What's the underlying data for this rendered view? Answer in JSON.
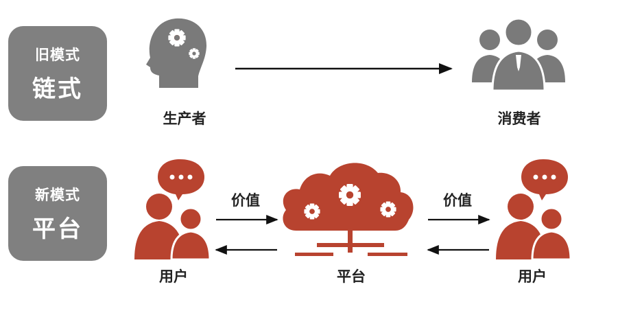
{
  "old_mode": {
    "title": "旧模式",
    "name": "链式"
  },
  "new_mode": {
    "title": "新模式",
    "name": "平台"
  },
  "chain": {
    "producer": "生产者",
    "consumer": "消费者"
  },
  "platform_flow": {
    "user_left": "用户",
    "platform": "平台",
    "user_right": "用户",
    "value_left": "价值",
    "value_right": "价值"
  },
  "colors": {
    "gray": "#808080",
    "accent": "#b8432f",
    "text": "#222222"
  },
  "icons": [
    "head-gears-icon",
    "consumers-icon",
    "user-chat-icon",
    "cloud-gears-icon"
  ]
}
